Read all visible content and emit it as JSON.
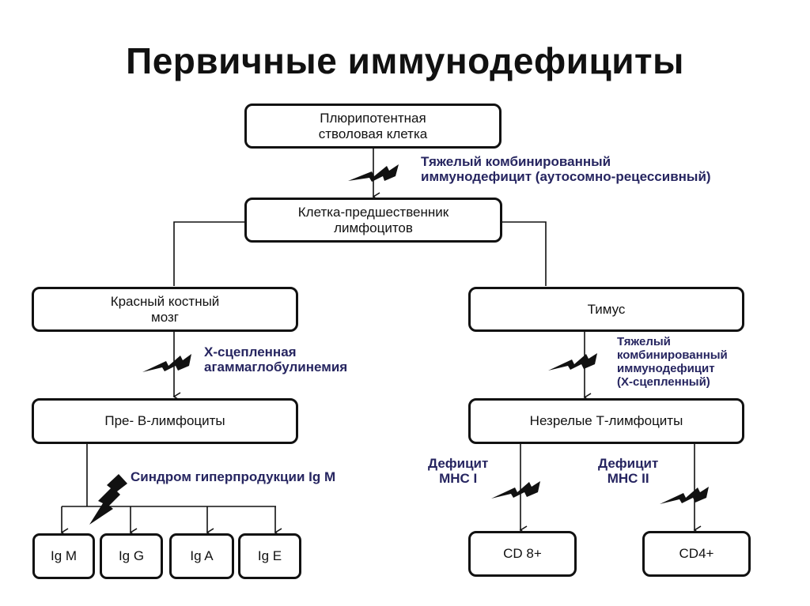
{
  "title": "Первичные иммунодефициты",
  "nodes": {
    "stem_cell": "Плюрипотентная\nстволовая клетка",
    "precursor": "Клетка-предшественник\nлимфоцитов",
    "bone_marrow": "Красный костный\nмозг",
    "thymus": "Тимус",
    "pre_b": "Пре- В-лимфоциты",
    "immature_t": "Незрелые Т-лимфоциты",
    "igm": "Ig M",
    "igg": "Ig G",
    "iga": "Ig A",
    "ige": "Ig E",
    "cd8": "CD 8+",
    "cd4": "CD4+"
  },
  "defects": {
    "scid_ar": "Тяжелый комбинированный\nиммунодефицит (аутосомно-рецессивный)",
    "xla": "Х-сцепленная\nагаммаглобулинемия",
    "scid_x": "Тяжелый\nкомбинированный\nиммунодефицит\n(Х-сцепленный)",
    "hyper_igm": "Синдром гиперпродукции Ig M",
    "mhc1": "Дефицит\nМНС I",
    "mhc2": "Дефицит\nМНС II"
  },
  "colors": {
    "defect_text": "#262560",
    "lines": "#111111"
  }
}
